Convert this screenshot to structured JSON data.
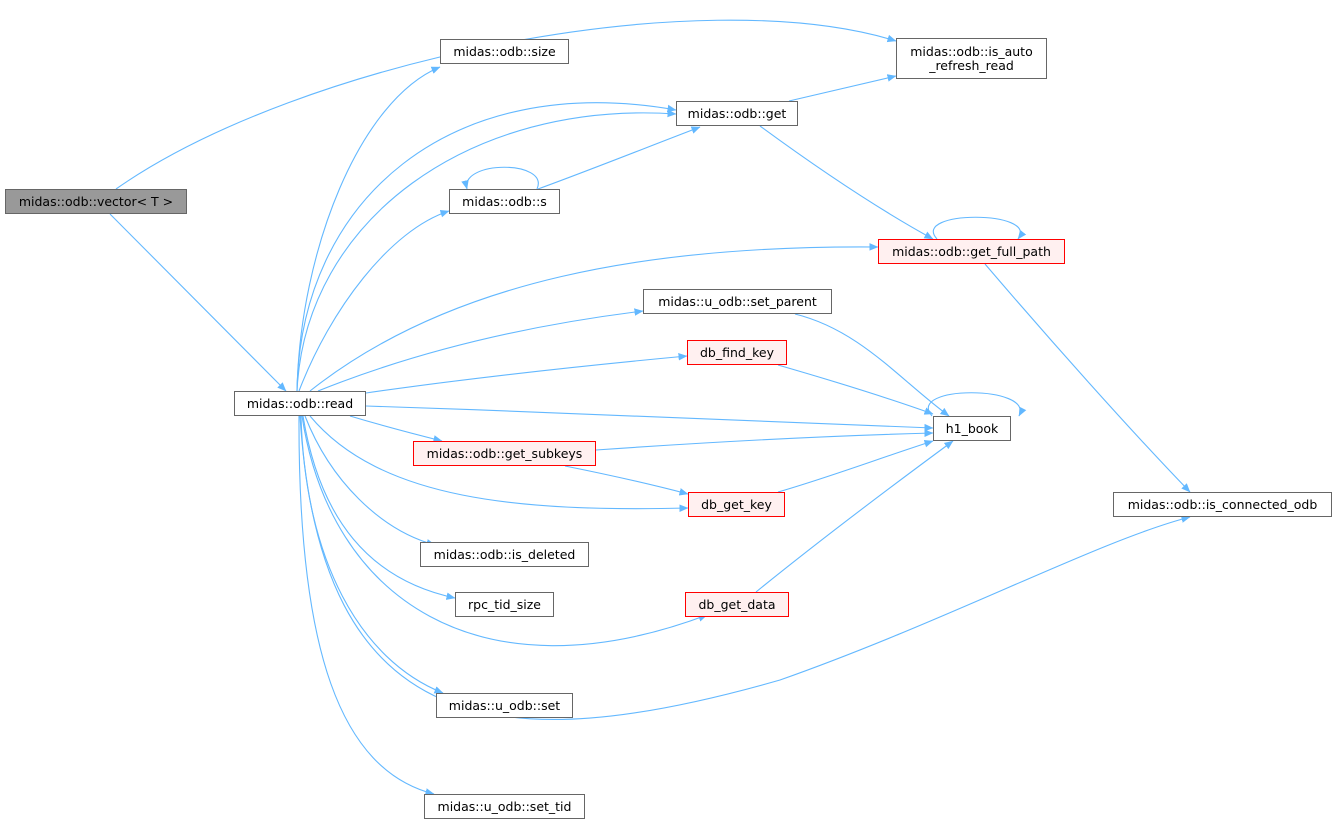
{
  "nodes": [
    {
      "id": "vector",
      "label": "midas::odb::vector< T >",
      "style": "root"
    },
    {
      "id": "read",
      "label": "midas::odb::read",
      "style": "normal"
    },
    {
      "id": "size",
      "label": "midas::odb::size",
      "style": "normal"
    },
    {
      "id": "is_auto_refresh_read",
      "label": "midas::odb::is_auto\n_refresh_read",
      "style": "normal"
    },
    {
      "id": "get",
      "label": "midas::odb::get",
      "style": "normal"
    },
    {
      "id": "s",
      "label": "midas::odb::s",
      "style": "normal"
    },
    {
      "id": "get_full_path",
      "label": "midas::odb::get_full_path",
      "style": "truncated"
    },
    {
      "id": "set_parent",
      "label": "midas::u_odb::set_parent",
      "style": "normal"
    },
    {
      "id": "db_find_key",
      "label": "db_find_key",
      "style": "truncated"
    },
    {
      "id": "h1_book",
      "label": "h1_book",
      "style": "normal"
    },
    {
      "id": "get_subkeys",
      "label": "midas::odb::get_subkeys",
      "style": "truncated"
    },
    {
      "id": "db_get_key",
      "label": "db_get_key",
      "style": "truncated"
    },
    {
      "id": "is_connected_odb",
      "label": "midas::odb::is_connected_odb",
      "style": "normal"
    },
    {
      "id": "is_deleted",
      "label": "midas::odb::is_deleted",
      "style": "normal"
    },
    {
      "id": "rpc_tid_size",
      "label": "rpc_tid_size",
      "style": "normal"
    },
    {
      "id": "db_get_data",
      "label": "db_get_data",
      "style": "truncated"
    },
    {
      "id": "u_set",
      "label": "midas::u_odb::set",
      "style": "normal"
    },
    {
      "id": "set_tid",
      "label": "midas::u_odb::set_tid",
      "style": "normal"
    }
  ],
  "edges": [
    {
      "from": "vector",
      "to": "is_auto_refresh_read"
    },
    {
      "from": "vector",
      "to": "read"
    },
    {
      "from": "read",
      "to": "size"
    },
    {
      "from": "read",
      "to": "get"
    },
    {
      "from": "read",
      "to": "get"
    },
    {
      "from": "read",
      "to": "s"
    },
    {
      "from": "read",
      "to": "get_full_path"
    },
    {
      "from": "read",
      "to": "set_parent"
    },
    {
      "from": "read",
      "to": "db_find_key"
    },
    {
      "from": "read",
      "to": "h1_book"
    },
    {
      "from": "read",
      "to": "get_subkeys"
    },
    {
      "from": "read",
      "to": "db_get_key"
    },
    {
      "from": "read",
      "to": "is_deleted"
    },
    {
      "from": "read",
      "to": "rpc_tid_size"
    },
    {
      "from": "read",
      "to": "db_get_data"
    },
    {
      "from": "read",
      "to": "u_set"
    },
    {
      "from": "read",
      "to": "is_connected_odb"
    },
    {
      "from": "read",
      "to": "set_tid"
    },
    {
      "from": "get",
      "to": "is_auto_refresh_read"
    },
    {
      "from": "get",
      "to": "get_full_path"
    },
    {
      "from": "s",
      "to": "s"
    },
    {
      "from": "s",
      "to": "get"
    },
    {
      "from": "get_full_path",
      "to": "get_full_path"
    },
    {
      "from": "get_full_path",
      "to": "is_connected_odb"
    },
    {
      "from": "set_parent",
      "to": "h1_book"
    },
    {
      "from": "db_find_key",
      "to": "h1_book"
    },
    {
      "from": "h1_book",
      "to": "h1_book"
    },
    {
      "from": "get_subkeys",
      "to": "h1_book"
    },
    {
      "from": "get_subkeys",
      "to": "db_get_key"
    },
    {
      "from": "db_get_key",
      "to": "h1_book"
    },
    {
      "from": "db_get_data",
      "to": "h1_book"
    }
  ],
  "colors": {
    "edge": "#63b8ff",
    "root_fill": "#999999",
    "node_border": "#666666",
    "truncated_fill": "#fff0f0",
    "truncated_border": "#ff0000"
  }
}
